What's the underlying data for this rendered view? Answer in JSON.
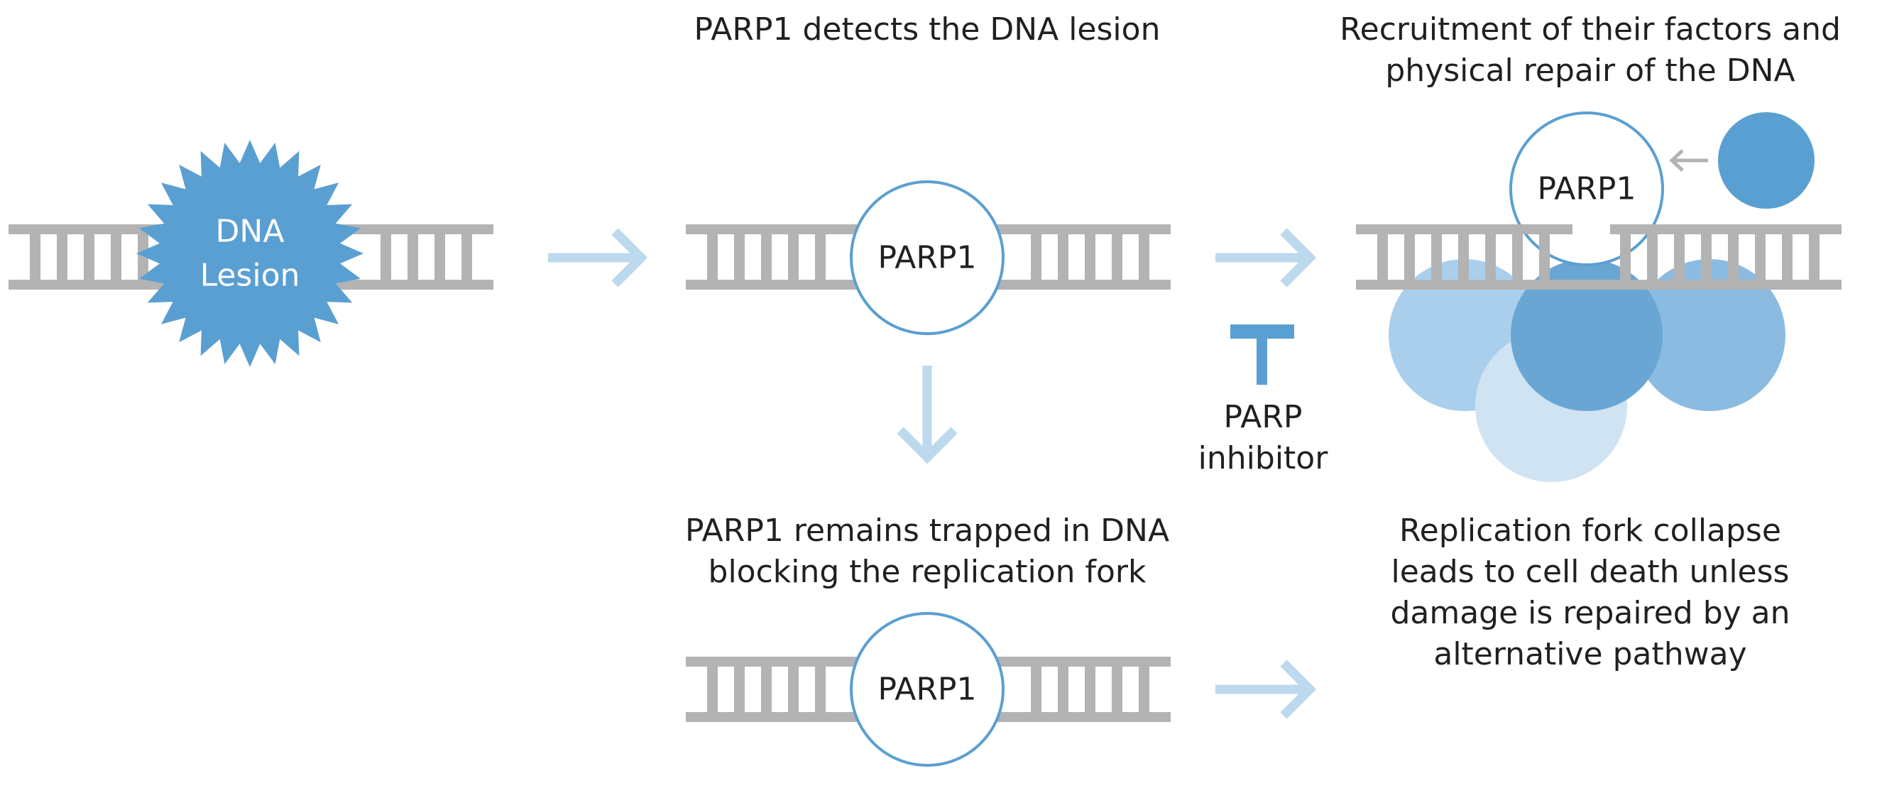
{
  "captions": {
    "detect": "PARP1 detects the DNA lesion",
    "recruit_line1": "Recruitment of their factors and",
    "recruit_line2": "physical repair of the DNA",
    "trapped_line1": "PARP1 remains trapped in DNA",
    "trapped_line2": "blocking the replication fork",
    "collapse_line1": "Replication fork collapse",
    "collapse_line2": "leads to cell death unless",
    "collapse_line3": "damage is repaired by an",
    "collapse_line4": "alternative pathway"
  },
  "lesion": {
    "line1": "DNA",
    "line2": "Lesion"
  },
  "protein_label": "PARP1",
  "inhibitor": {
    "line1": "PARP",
    "line2": "inhibitor"
  },
  "colors": {
    "dna": "#b3b3b3",
    "lesion_blue": "#5a9fd1",
    "arrow_light": "#bcd9ee",
    "inhibitor_blue": "#5a9fd1",
    "protein_outline": "#5a9fd1",
    "factor_light": "#aacfec",
    "factor_mid": "#8bbbe0",
    "factor_dark": "#6aa6d4",
    "factor_pale": "#cfe3f3",
    "small_arrow": "#b3b3b3"
  }
}
